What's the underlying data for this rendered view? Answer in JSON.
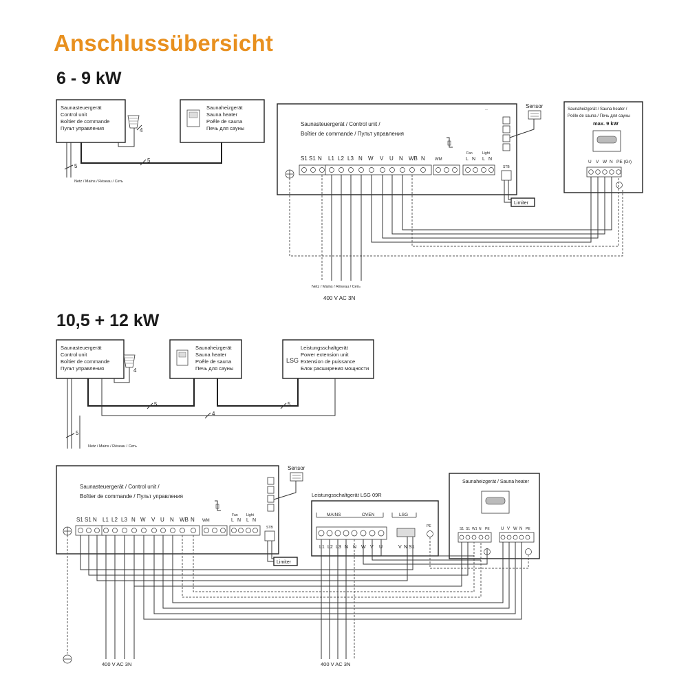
{
  "title": "Anschlussübersicht",
  "section1": {
    "heading": "6 - 9 kW",
    "control_lines": [
      "Saunasteuergerät",
      "Control unit",
      "Boîtier de commande",
      "Пульт управления"
    ],
    "heater_lines": [
      "Saunaheizgerät",
      "Sauna heater",
      "Poêle de sauna",
      "Печь для сауны"
    ],
    "cable_4": "4",
    "cable_5a": "5",
    "cable_5b": "5",
    "netz_label": "Netz / Mains / Réseau / Сеть",
    "unit_line1": "Saunasteuergerät / Control unit /",
    "unit_line2": "Boîtier de commande / Пульт управления",
    "terminals": [
      "S1",
      "S1",
      "N",
      "L1",
      "L2",
      "L3",
      "N",
      "W",
      "V",
      "U",
      "N",
      "WB",
      "N"
    ],
    "wm": "WM",
    "fan_label": "Fan",
    "light_label": "Light",
    "fan_terms": [
      "L",
      "N"
    ],
    "light_terms": [
      "L",
      "N"
    ],
    "stb": "STB",
    "sensor": "Sensor",
    "limiter": "Limiter",
    "heater_box_line1": "Saunaheizgerät / Sauna heater /",
    "heater_box_line2": "Poêle de sauna / Печь для сауны",
    "heater_max": "max. 9 kW",
    "heater_terms": [
      "U",
      "V",
      "W",
      "N",
      "PE (Gr)"
    ],
    "mains_label": "Netz / Mains / Réseau / Сеть",
    "voltage": "400 V AC 3N"
  },
  "section2": {
    "heading": "10,5 + 12 kW",
    "control_lines": [
      "Saunasteuergerät",
      "Control unit",
      "Boîtier de commande",
      "Пульт управления"
    ],
    "heater_lines": [
      "Saunaheizgerät",
      "Sauna heater",
      "Poêle de sauna",
      "Печь для сауны"
    ],
    "lsg_lines": [
      "Leistungsschaltgerät",
      "Power extension unit",
      "Extension de puissance",
      "Блок расширения мощности"
    ],
    "lsg_tag": "LSG",
    "cable_4a": "4",
    "cable_4b": "4",
    "cable_5a": "5",
    "cable_5b": "5",
    "cable_5c": "5",
    "netz_label": "Netz / Mains / Réseau / Сеть",
    "unit_line1": "Saunasteuergerät / Control unit /",
    "unit_line2": "Boîtier de commande / Пульт управления",
    "terminals": [
      "S1",
      "S1",
      "N",
      "L1",
      "L2",
      "L3",
      "N",
      "W",
      "V",
      "U",
      "N",
      "WB",
      "N"
    ],
    "wm": "WM",
    "fan_label": "Fan",
    "light_label": "Light",
    "fan_terms": [
      "L",
      "N"
    ],
    "light_terms": [
      "L",
      "N"
    ],
    "stb": "STB",
    "sensor": "Sensor",
    "limiter": "Limiter",
    "lsg_box_title": "Leistungsschaltgerät LSG 09R",
    "lsg_mains": "MAINS",
    "lsg_oven": "OVEN",
    "lsg_lsg": "LSG",
    "lsg_terms_mains": [
      "L1",
      "L2",
      "L3",
      "N",
      "N"
    ],
    "lsg_terms_oven": [
      "W",
      "V",
      "U"
    ],
    "lsg_terms_lsg": [
      "V",
      "N",
      "S1"
    ],
    "pe": "PE",
    "heater_box_title": "Saunaheizgerät / Sauna heater",
    "heater_terms_left": [
      "S1",
      "S1",
      "W1",
      "N",
      "PE"
    ],
    "heater_terms_right": [
      "U",
      "V",
      "W",
      "N",
      "PE"
    ],
    "voltage_left": "400 V AC 3N",
    "voltage_right": "400 V AC 3N"
  }
}
